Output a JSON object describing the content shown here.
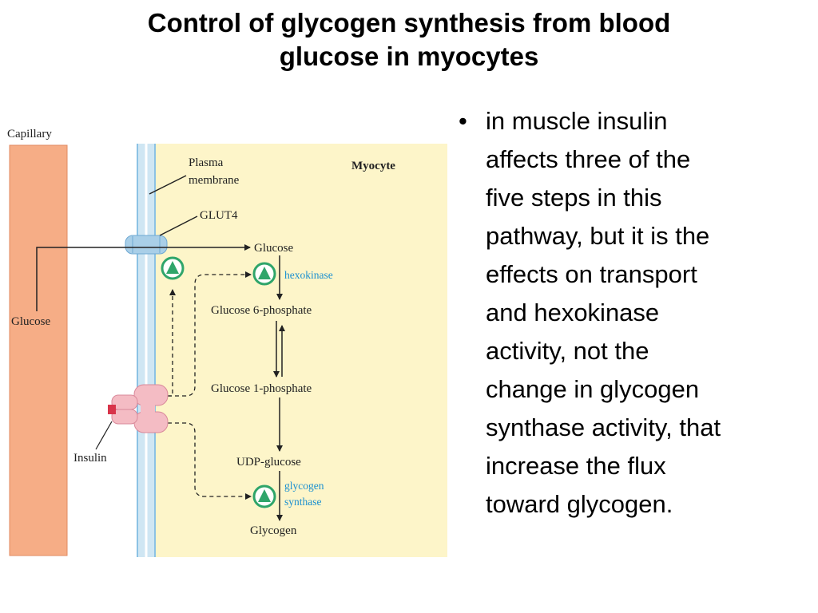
{
  "title": {
    "line1": "Control of glycogen synthesis from blood",
    "line2": "glucose in myocytes"
  },
  "diagram": {
    "capillary_label": "Capillary",
    "myocyte_label": "Myocyte",
    "plasma_membrane_label_1": "Plasma",
    "plasma_membrane_label_2": "membrane",
    "glut4_label": "GLUT4",
    "blood_glucose_label": "Glucose",
    "insulin_label": "Insulin",
    "pathway": {
      "glucose": "Glucose",
      "g6p": "Glucose 6-phosphate",
      "g1p": "Glucose 1-phosphate",
      "udp_glucose": "UDP-glucose",
      "glycogen": "Glycogen"
    },
    "enzymes": {
      "hexokinase": "hexokinase",
      "glycogen_synthase_1": "glycogen",
      "glycogen_synthase_2": "synthase"
    },
    "colors": {
      "capillary": "#f6ad86",
      "myocyte": "#fdf5c9",
      "membrane": "#cfe6f3",
      "glut4": "#a9cfe8",
      "receptor": "#f4bcc4",
      "activation_circle": "#2fa56a",
      "enzyme_text": "#1a8fd0"
    }
  },
  "bullet": {
    "lines": [
      "in muscle insulin",
      "affects three of the",
      "five steps in this",
      "pathway, but it is the",
      "effects on transport",
      "and hexokinase",
      "activity, not the",
      "change in glycogen",
      "synthase activity, that",
      "increase the flux",
      "toward glycogen."
    ]
  }
}
